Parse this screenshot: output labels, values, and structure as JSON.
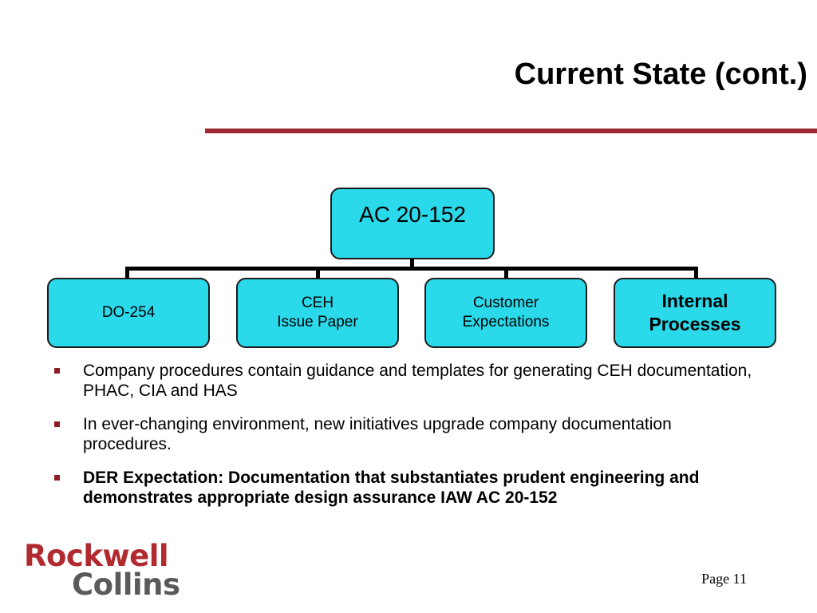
{
  "title": "Current State (cont.)",
  "colors": {
    "accent_rule": "#9e2a36",
    "box_fill": "#2ad9ea",
    "bullet": "#8c1c26",
    "logo_red": "#b02a2f",
    "logo_gray": "#5a5a5a"
  },
  "org_chart": {
    "root": "AC 20-152",
    "children": [
      {
        "line1": "DO-254",
        "line2": ""
      },
      {
        "line1": "CEH",
        "line2": "Issue Paper"
      },
      {
        "line1": "Customer",
        "line2": "Expectations"
      },
      {
        "line1": "Internal",
        "line2": "Processes"
      }
    ]
  },
  "bullets": [
    "Company procedures contain guidance and templates for generating CEH documentation, PHAC, CIA and HAS",
    "In ever-changing environment, new initiatives upgrade company documentation procedures.",
    "DER Expectation: Documentation that substantiates prudent engineering and demonstrates appropriate design assurance IAW AC 20-152"
  ],
  "logo": {
    "line1": "Rockwell",
    "line2": "Collins"
  },
  "footer": {
    "page": "Page 11"
  }
}
